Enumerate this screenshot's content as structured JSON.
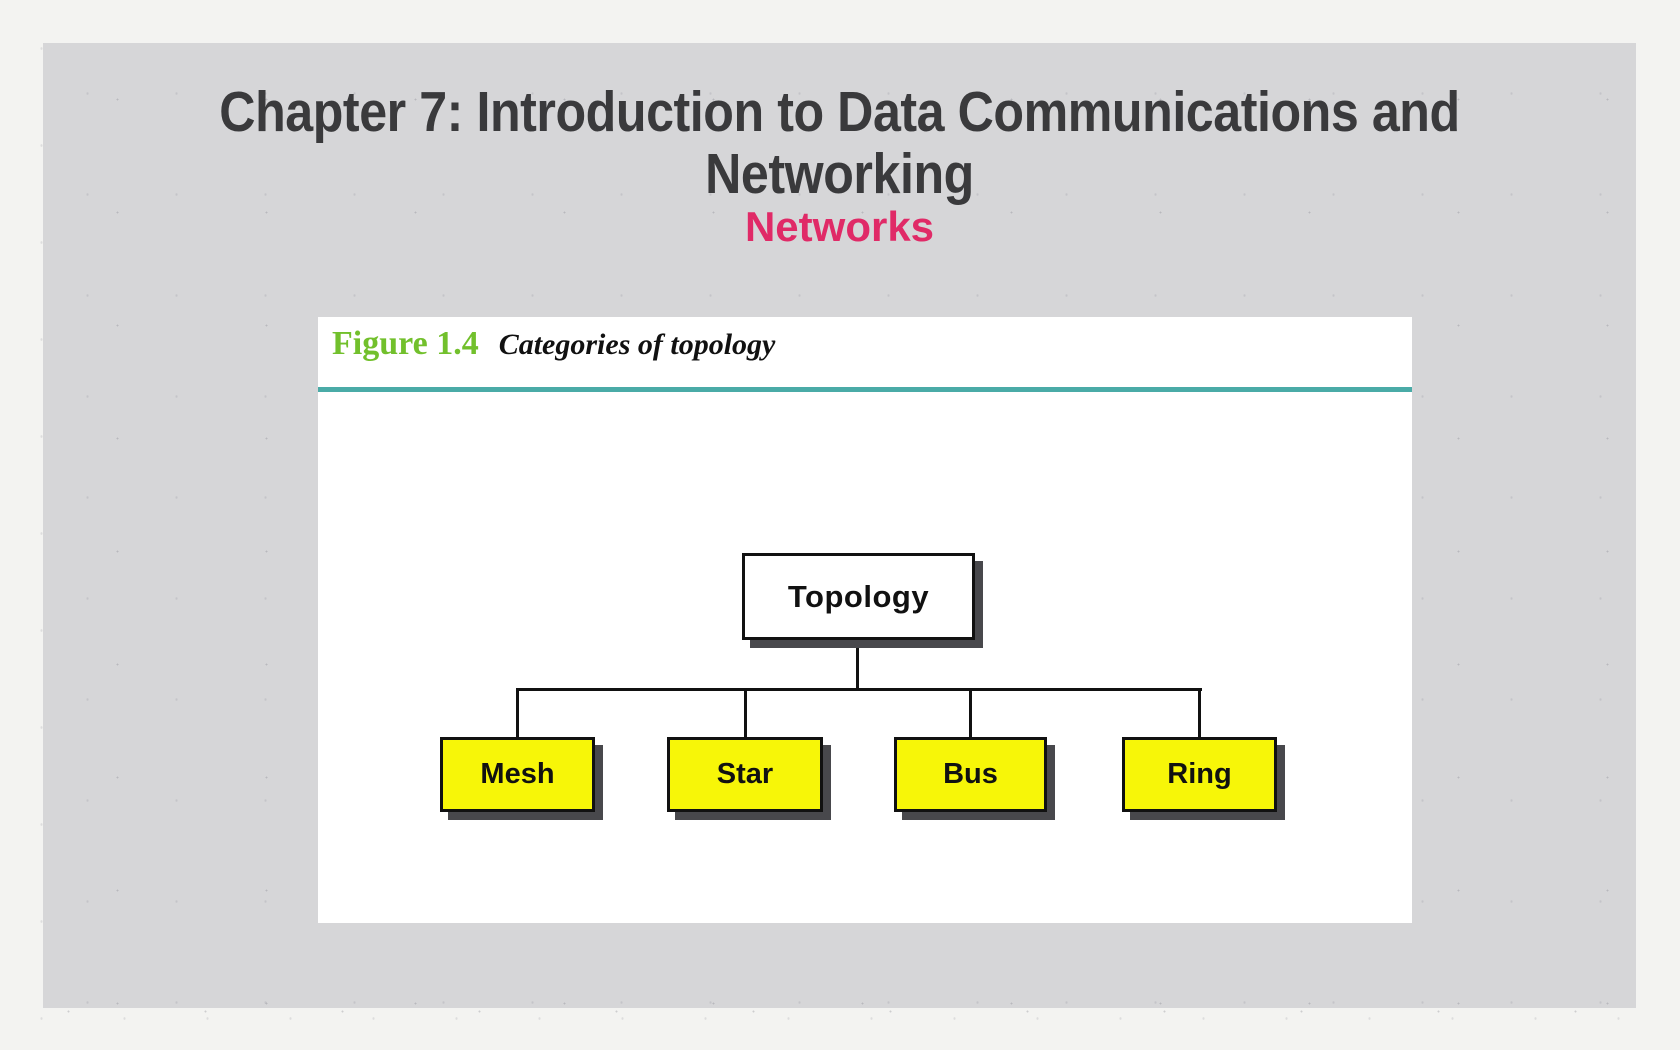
{
  "slide": {
    "title_line1": "Chapter 7: Introduction to Data Communications and",
    "title_line2": "Networking",
    "subtitle": "Networks"
  },
  "figure": {
    "label": "Figure 1.4",
    "caption": "Categories of topology",
    "diagram": {
      "type": "tree",
      "root": "Topology",
      "children": [
        "Mesh",
        "Star",
        "Bus",
        "Ring"
      ]
    }
  },
  "colors": {
    "page_background": "#f3f3f1",
    "slide_background": "#d6d6d8",
    "title_text": "#3a3a3c",
    "subtitle_pink": "#e02a67",
    "figure_label_green": "#72c02c",
    "rule_teal": "#4aaba7",
    "leaf_node_yellow": "#f7f608",
    "node_border": "#111111",
    "node_shadow": "#48484c",
    "panel_background": "#ffffff"
  }
}
